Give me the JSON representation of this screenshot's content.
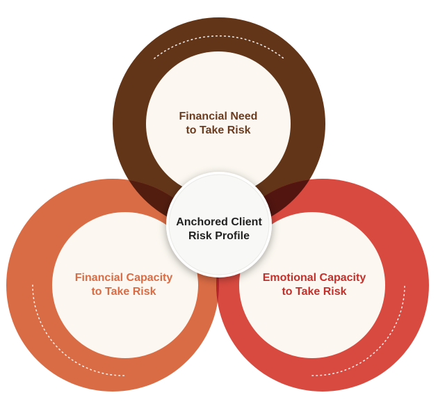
{
  "colors": {
    "top": "#623519",
    "left": "#d96c45",
    "right": "#d84a40",
    "overlap_top_left": "#521d0f",
    "overlap_top_right": "#521510",
    "overlap_left_right": "#b3262a",
    "inner": "#fcf8f1"
  },
  "nodes": {
    "top": {
      "line1": "Financial Need",
      "line2": "to Take Risk",
      "color": "#6b3c1f"
    },
    "left": {
      "line1": "Financial Capacity",
      "line2": "to Take Risk",
      "color": "#d96c45"
    },
    "right": {
      "line1": "Emotional Capacity",
      "line2": "to Take Risk",
      "color": "#c2302b"
    },
    "center": {
      "line1": "Anchored Client",
      "line2": "Risk Profile",
      "color": "#222222"
    }
  }
}
